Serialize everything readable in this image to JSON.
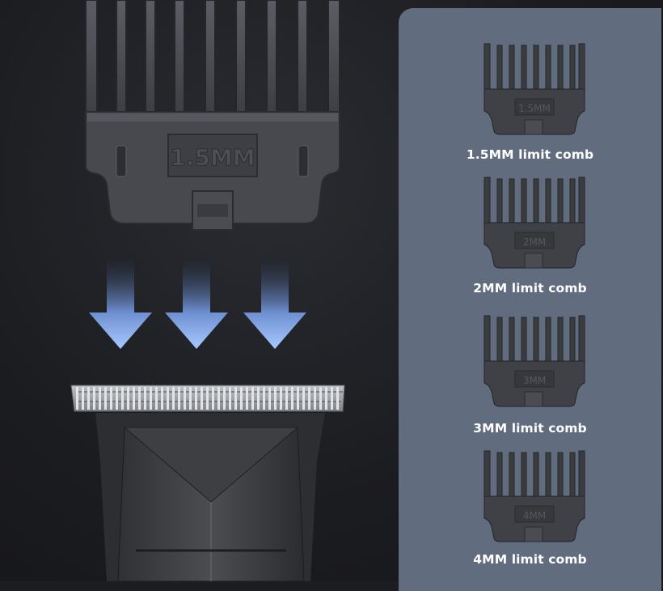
{
  "main_comb": {
    "size_label": "1.5MM"
  },
  "panel": {
    "items": [
      {
        "size_label": "1.5MM",
        "caption": "1.5MM limit comb"
      },
      {
        "size_label": "2MM",
        "caption": "2MM limit comb"
      },
      {
        "size_label": "3MM",
        "caption": "3MM limit comb"
      },
      {
        "size_label": "4MM",
        "caption": "4MM limit comb"
      }
    ]
  },
  "colors": {
    "background": "#1c1d21",
    "panel": "#616c7e",
    "arrow_top": "#1e2430",
    "arrow_bottom": "#9fc3ff",
    "caption": "#ffffff"
  },
  "icons": [
    "arrow-down-icon",
    "arrow-down-icon",
    "arrow-down-icon"
  ]
}
